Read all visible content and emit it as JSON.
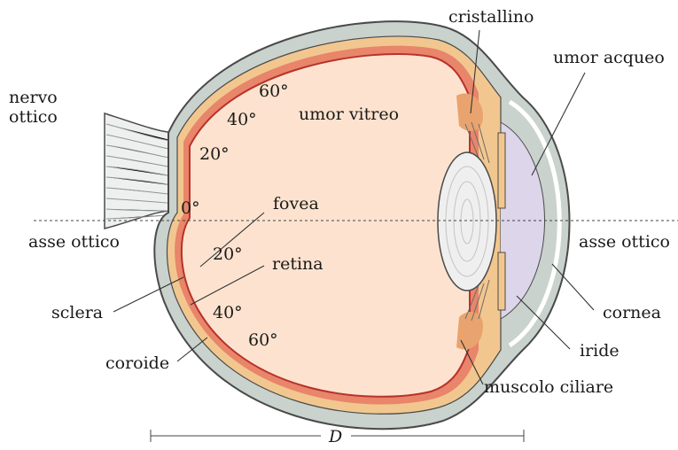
{
  "labels": {
    "nerve": [
      "nervo",
      "ottico"
    ],
    "lens": "cristallino",
    "aqueous": "umor acqueo",
    "vitreous": "umor vitreo",
    "fovea": "fovea",
    "retina": "retina",
    "sclera": "sclera",
    "choroid": "coroide",
    "cornea": "cornea",
    "iris": "iride",
    "ciliary": "muscolo ciliare",
    "axis_left": "asse ottico",
    "axis_right": "asse ottico",
    "diameter": "D"
  },
  "angles": {
    "upper_60": "60°",
    "upper_40": "40°",
    "upper_20": "20°",
    "zero": "0°",
    "lower_20": "20°",
    "lower_40": "40°",
    "lower_60": "60°"
  },
  "colors": {
    "sclera": "#c9d2cd",
    "outline": "#4a4a4a",
    "choroid": "#f2c78f",
    "retina_band": "#e8856a",
    "retina_line": "#b8322a",
    "vitreous": "#fde3cf",
    "aqueous": "#ddd5ea",
    "lens": "#efefef",
    "ciliary": "#e9a36e",
    "nerve": "#eef0ef"
  }
}
